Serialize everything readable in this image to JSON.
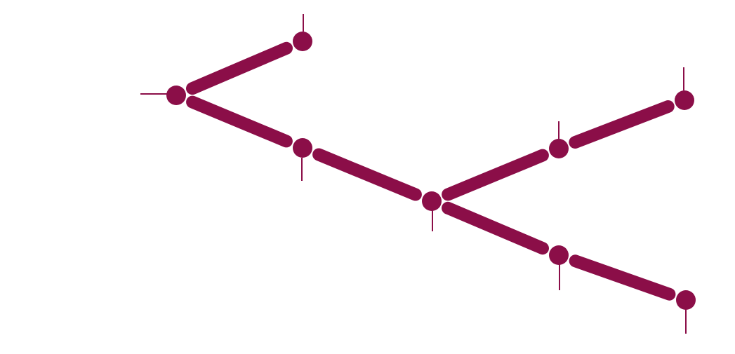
{
  "diagram": {
    "type": "branching-timeline",
    "accent_color": "#8B0E48",
    "labels_visible": false,
    "nodes": [
      {
        "id": "start"
      },
      {
        "id": "upper-end"
      },
      {
        "id": "lower-mid"
      },
      {
        "id": "junction"
      },
      {
        "id": "branch-a-mid"
      },
      {
        "id": "branch-a-end"
      },
      {
        "id": "branch-b-mid"
      },
      {
        "id": "branch-b-end"
      }
    ],
    "links": [
      {
        "from": "start",
        "to": "upper-end"
      },
      {
        "from": "start",
        "to": "lower-mid"
      },
      {
        "from": "lower-mid",
        "to": "junction"
      },
      {
        "from": "junction",
        "to": "branch-a-mid"
      },
      {
        "from": "branch-a-mid",
        "to": "branch-a-end"
      },
      {
        "from": "junction",
        "to": "branch-b-mid"
      },
      {
        "from": "branch-b-mid",
        "to": "branch-b-end"
      }
    ]
  }
}
